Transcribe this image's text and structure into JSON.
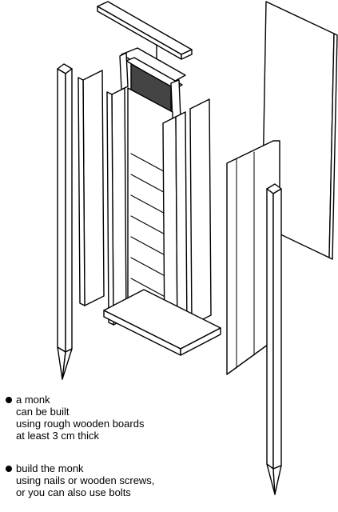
{
  "notes": [
    {
      "lines": [
        "a monk",
        "can be built",
        "using rough wooden boards",
        "at least 3 cm thick"
      ]
    },
    {
      "lines": [
        "build the monk",
        "using nails or wooden screws,",
        "or you can also use bolts"
      ]
    }
  ]
}
